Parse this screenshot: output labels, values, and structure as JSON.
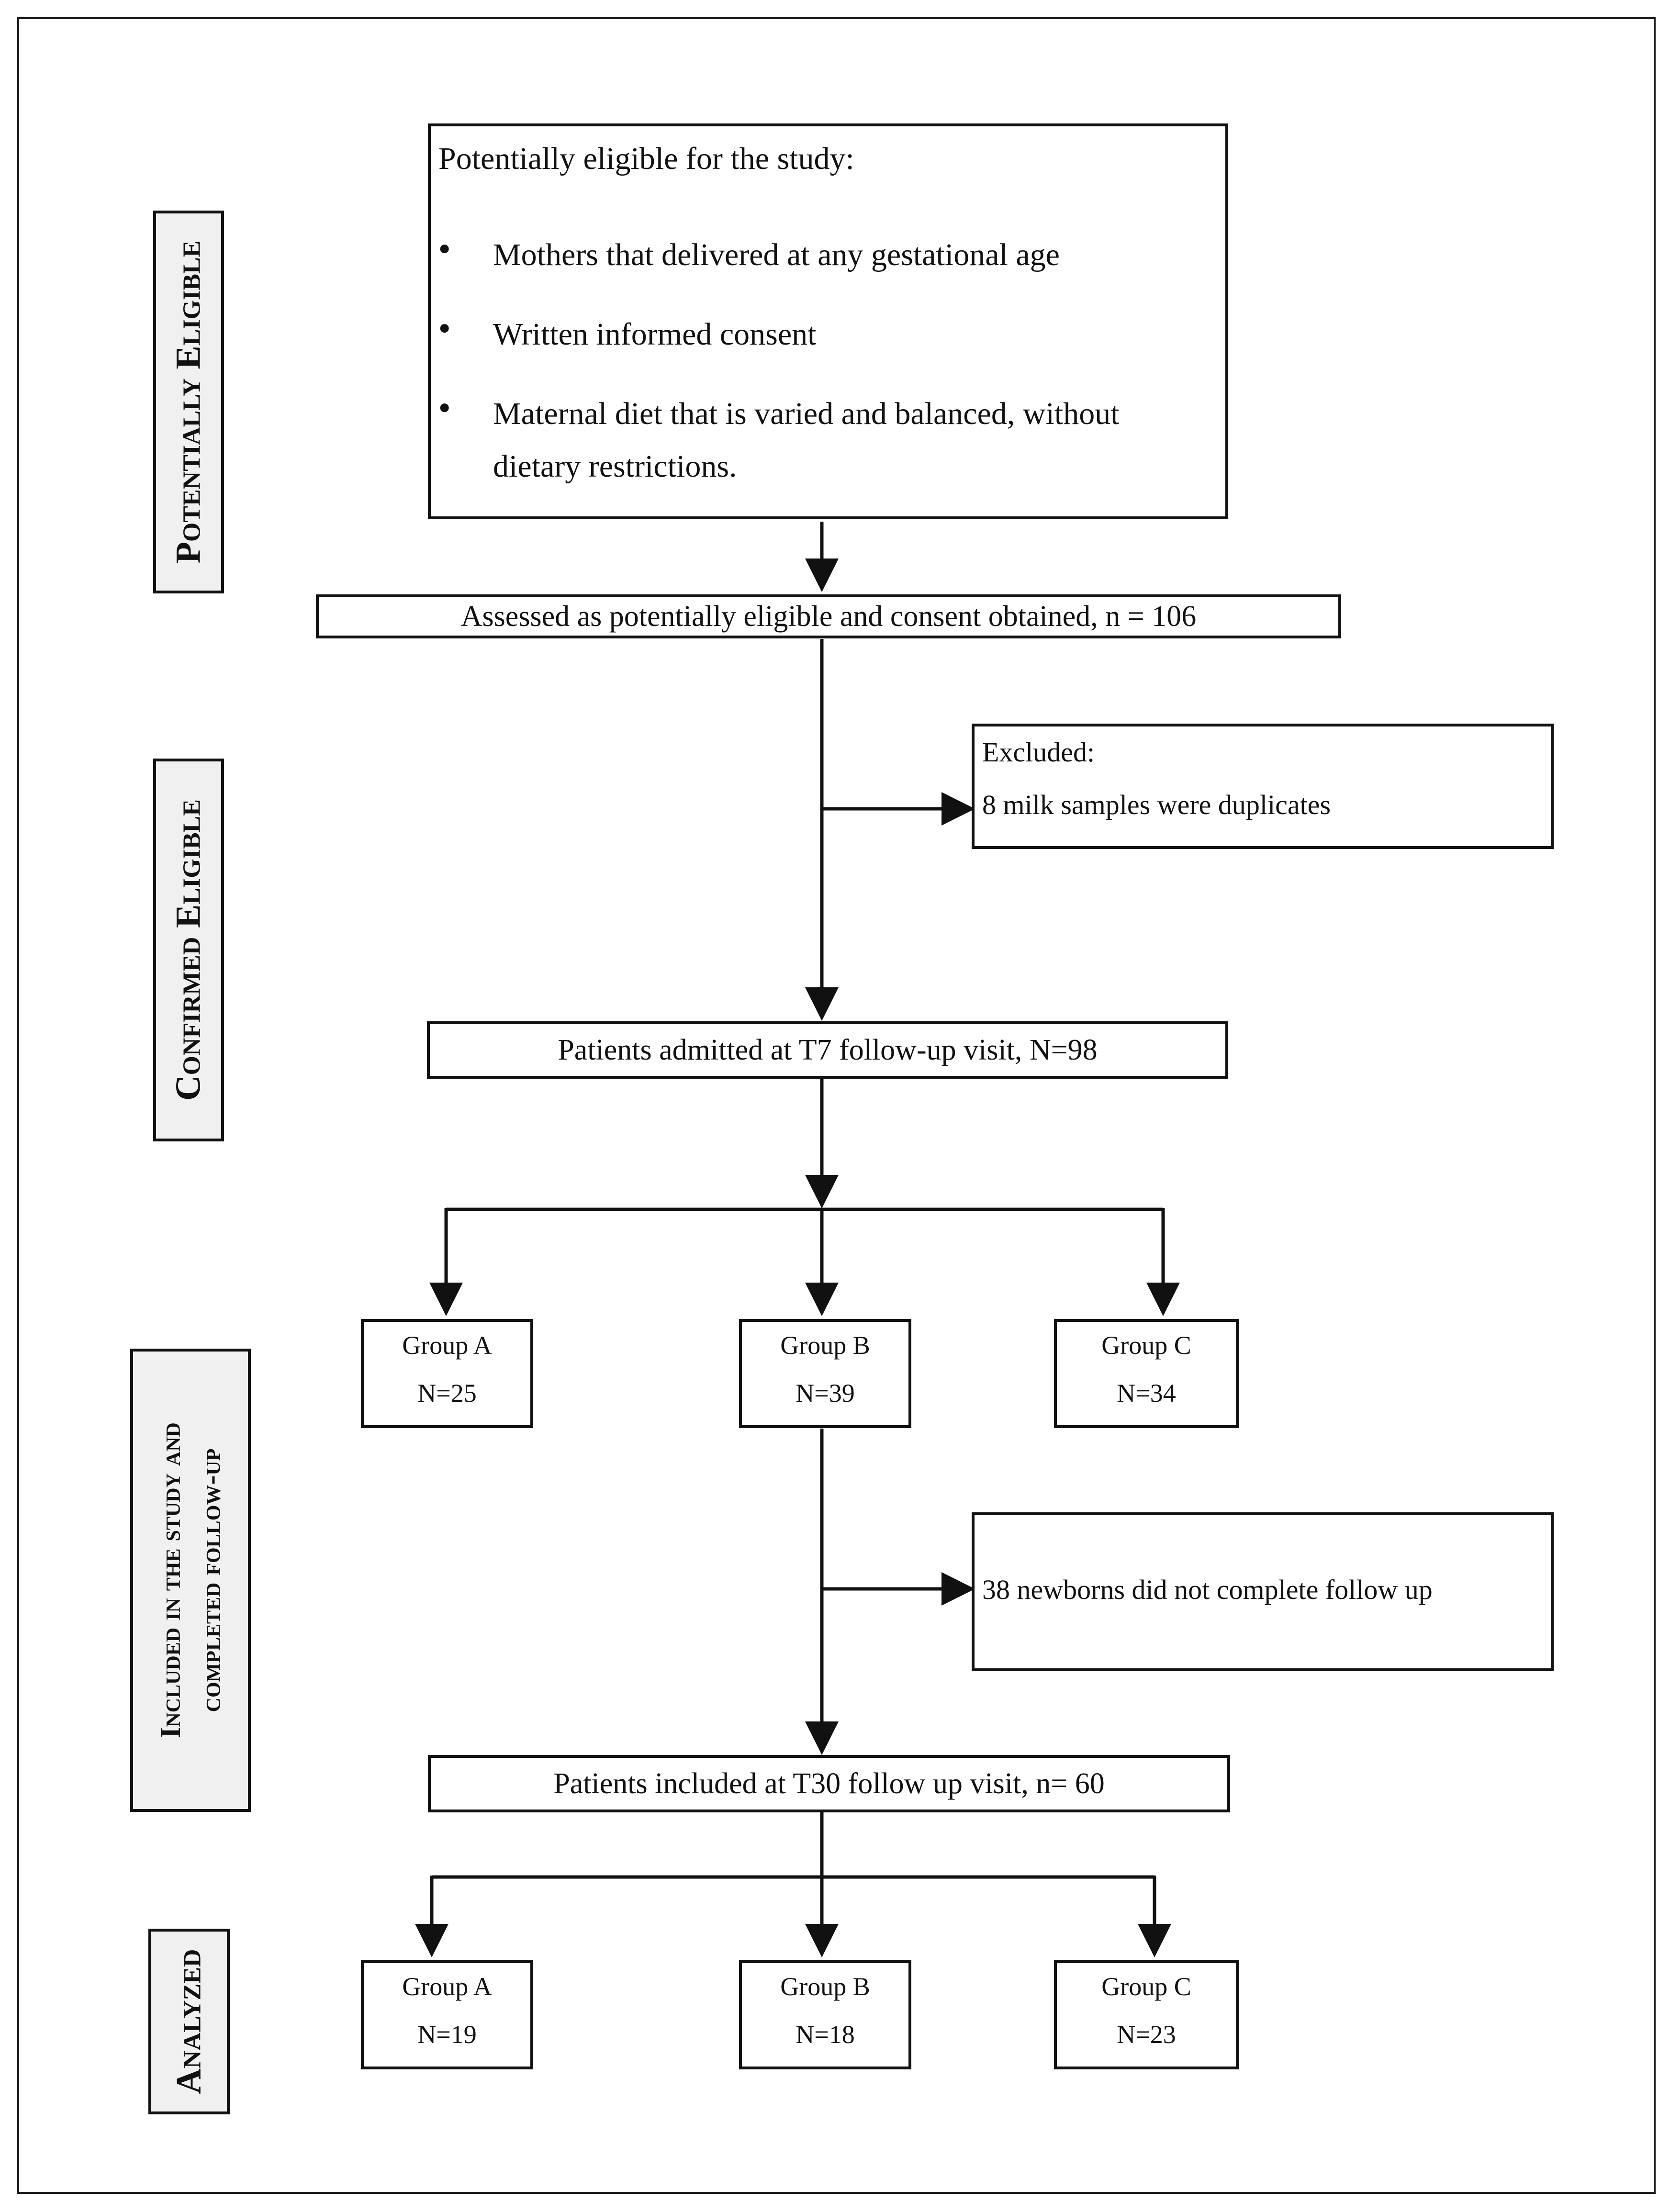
{
  "side_labels": {
    "potentially_eligible": "Potentially Eligible",
    "confirmed_eligible": "Confirmed Eligible",
    "included_line1": "Included in the study and",
    "included_line2": "completed follow-up",
    "analyzed": "Analyzed"
  },
  "eligibility_box": {
    "title": "Potentially eligible for the study:",
    "items": [
      "Mothers that delivered at any gestational age",
      "Written informed consent",
      "Maternal diet that is varied and balanced, without",
      "dietary restrictions."
    ]
  },
  "assessed_box": "Assessed as potentially eligible and consent obtained, n = 106",
  "excluded_box": {
    "title": "Excluded:",
    "reason": "8 milk samples were duplicates"
  },
  "t7_box": "Patients admitted at T7 follow-up visit, N=98",
  "t7_groups": [
    {
      "name": "Group A",
      "n": "N=25"
    },
    {
      "name": "Group B",
      "n": "N=39"
    },
    {
      "name": "Group C",
      "n": "N=34"
    }
  ],
  "dropout_box": "38 newborns did not complete follow up",
  "t30_box": "Patients included at T30 follow up visit, n= 60",
  "t30_groups": [
    {
      "name": "Group A",
      "n": "N=19"
    },
    {
      "name": "Group B",
      "n": "N=18"
    },
    {
      "name": "Group C",
      "n": "N=23"
    }
  ]
}
